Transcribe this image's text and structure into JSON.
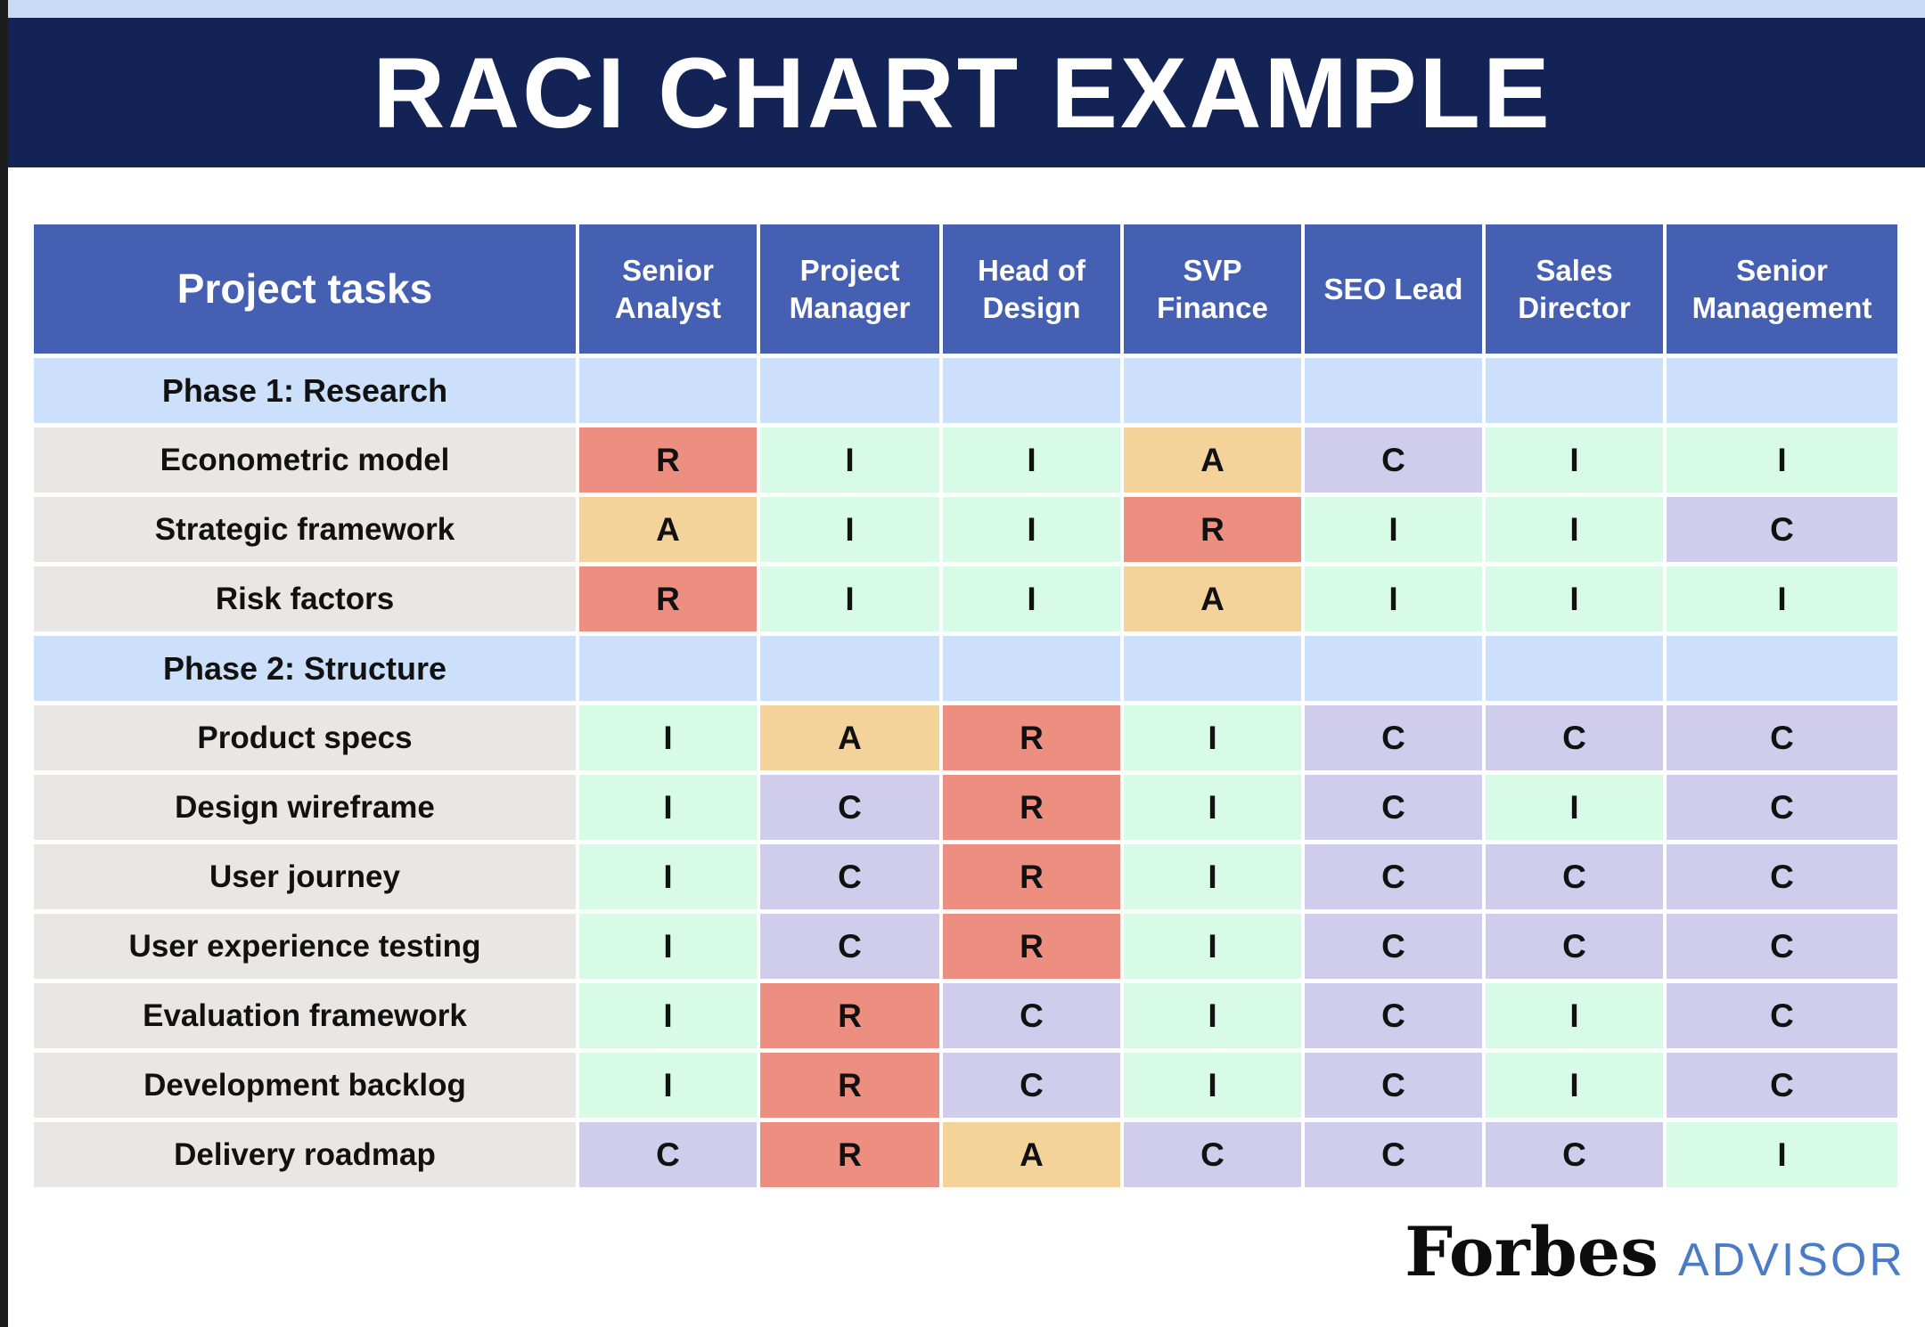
{
  "banner": {
    "note": "dark navy title band with light blue strip above"
  },
  "colors": {
    "top_stripe": "#c8dcf5",
    "left_stripe": "#1d1d1d",
    "banner_navy": "#132355",
    "header_blue": "#4560b3",
    "phase_blue": "#cce0fb",
    "task_gray": "#e8e7e5",
    "R": "#ec8f80",
    "A": "#f4d39b",
    "C": "#cfcdeb",
    "I": "#d7fbe7",
    "advisor_blue": "#4a7bc7",
    "forbes_black": "#0d0d0d"
  },
  "footer": {
    "brand": "Forbes",
    "brand_suffix": "ADVISOR"
  },
  "chart_data": {
    "type": "table",
    "title": "RACI CHART EXAMPLE",
    "columns": [
      "Project tasks",
      "Senior Analyst",
      "Project Manager",
      "Head of Design",
      "SVP Finance",
      "SEO Lead",
      "Sales Director",
      "Senior Management"
    ],
    "rows": [
      {
        "type": "phase",
        "label": "Phase 1: Research"
      },
      {
        "type": "task",
        "label": "Econometric model",
        "cells": [
          "R",
          "I",
          "I",
          "A",
          "C",
          "I",
          "I"
        ]
      },
      {
        "type": "task",
        "label": "Strategic framework",
        "cells": [
          "A",
          "I",
          "I",
          "R",
          "I",
          "I",
          "C"
        ]
      },
      {
        "type": "task",
        "label": "Risk factors",
        "cells": [
          "R",
          "I",
          "I",
          "A",
          "I",
          "I",
          "I"
        ]
      },
      {
        "type": "phase",
        "label": "Phase 2: Structure"
      },
      {
        "type": "task",
        "label": "Product specs",
        "cells": [
          "I",
          "A",
          "R",
          "I",
          "C",
          "C",
          "C"
        ]
      },
      {
        "type": "task",
        "label": "Design wireframe",
        "cells": [
          "I",
          "C",
          "R",
          "I",
          "C",
          "I",
          "C"
        ]
      },
      {
        "type": "task",
        "label": "User journey",
        "cells": [
          "I",
          "C",
          "R",
          "I",
          "C",
          "C",
          "C"
        ]
      },
      {
        "type": "task",
        "label": "User experience testing",
        "cells": [
          "I",
          "C",
          "R",
          "I",
          "C",
          "C",
          "C"
        ]
      },
      {
        "type": "task",
        "label": "Evaluation framework",
        "cells": [
          "I",
          "R",
          "C",
          "I",
          "C",
          "I",
          "C"
        ]
      },
      {
        "type": "task",
        "label": "Development backlog",
        "cells": [
          "I",
          "R",
          "C",
          "I",
          "C",
          "I",
          "C"
        ]
      },
      {
        "type": "task",
        "label": "Delivery roadmap",
        "cells": [
          "C",
          "R",
          "A",
          "C",
          "C",
          "C",
          "I"
        ]
      }
    ]
  }
}
